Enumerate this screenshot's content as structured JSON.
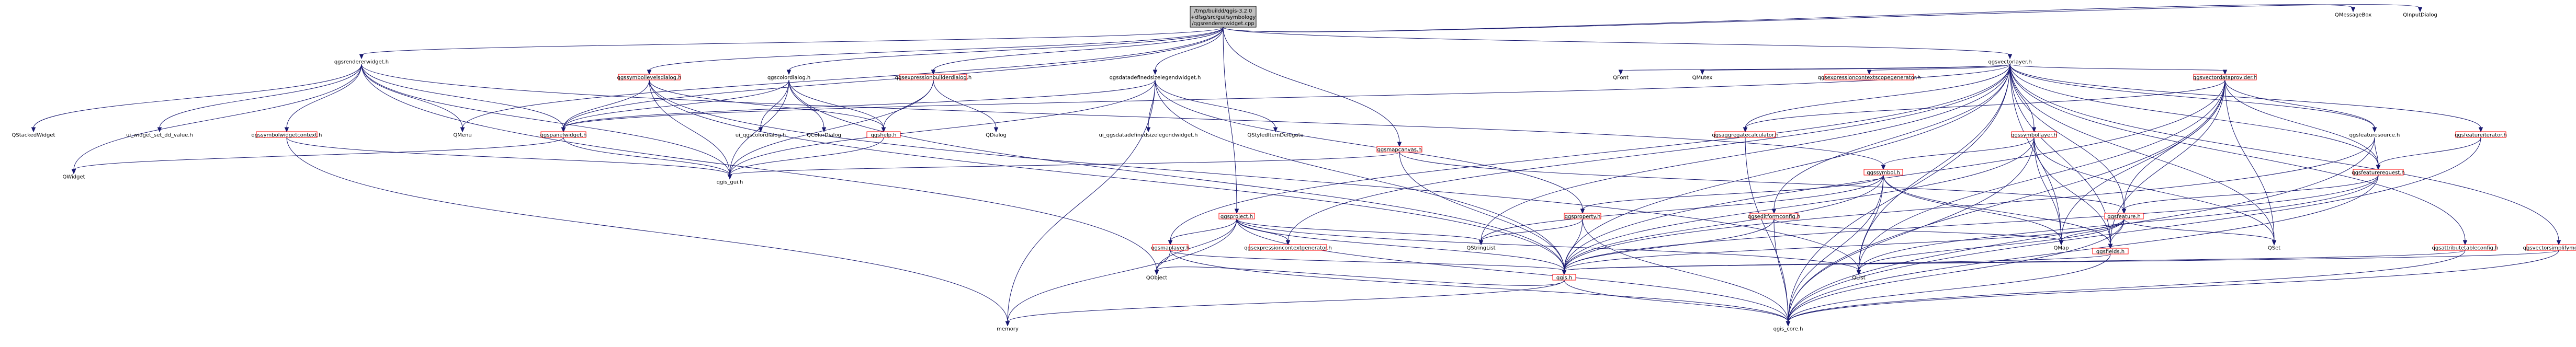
{
  "root": [
    "/tmp/buildd/qgis-3.2.0",
    "+dfsg/src/gui/symbology",
    "/qgsrendererwidget.cpp"
  ],
  "nodes": [
    {
      "id": "root",
      "label": [
        "/tmp/buildd/qgis-3.2.0",
        "+dfsg/src/gui/symbology",
        "/qgsrendererwidget.cpp"
      ],
      "style": "root"
    },
    {
      "id": "qgsrendererwidget_h",
      "label": [
        "qgsrendererwidget.h"
      ],
      "style": "plain"
    },
    {
      "id": "qgsvectorlayer_h",
      "label": [
        "qgsvectorlayer.h"
      ],
      "style": "plain"
    },
    {
      "id": "qgssymbollevelsdialog_h",
      "label": [
        "qgssymbollevelsdialog.h"
      ],
      "style": "red"
    },
    {
      "id": "qgscolordialog_h",
      "label": [
        "qgscolordialog.h"
      ],
      "style": "plain"
    },
    {
      "id": "qgsexpressionbuilderdialog_h",
      "label": [
        "qgsexpressionbuilderdialog.h"
      ],
      "style": "red"
    },
    {
      "id": "qgsdatadefinedsizelegendwidget_h",
      "label": [
        "qgsdatadefinedsizelegendwidget.h"
      ],
      "style": "plain"
    },
    {
      "id": "qgsmapcanvas_h",
      "label": [
        "qgsmapcanvas.h"
      ],
      "style": "red"
    },
    {
      "id": "qgspanelwidget_h",
      "label": [
        "qgspanelwidget.h"
      ],
      "style": "red"
    },
    {
      "id": "qgssymbolwidgetcontext_h",
      "label": [
        "qgssymbolwidgetcontext.h"
      ],
      "style": "red"
    },
    {
      "id": "qgshelp_h",
      "label": [
        "qgshelp.h"
      ],
      "style": "red"
    },
    {
      "id": "qgsvectordataprovider_h",
      "label": [
        "qgsvectordataprovider.h"
      ],
      "style": "red"
    },
    {
      "id": "qgssymbollayer_h",
      "label": [
        "qgssymbollayer.h"
      ],
      "style": "red"
    },
    {
      "id": "qgsaggregatecalculator_h",
      "label": [
        "qgsaggregatecalculator.h"
      ],
      "style": "red"
    },
    {
      "id": "qgsfeaturesource_h",
      "label": [
        "qgsfeaturesource.h"
      ],
      "style": "plain"
    },
    {
      "id": "qgsfeatureiterator_h",
      "label": [
        "qgsfeatureiterator.h"
      ],
      "style": "red"
    },
    {
      "id": "qgsfeaturerequest_h",
      "label": [
        "qgsfeaturerequest.h"
      ],
      "style": "red"
    },
    {
      "id": "qgssymbol_h",
      "label": [
        "qgssymbol.h"
      ],
      "style": "red"
    },
    {
      "id": "qgsproperty_h",
      "label": [
        "qgsproperty.h"
      ],
      "style": "red"
    },
    {
      "id": "qgseditformconfig_h",
      "label": [
        "qgseditformconfig.h"
      ],
      "style": "red"
    },
    {
      "id": "qgsfeature_h",
      "label": [
        "qgsfeature.h"
      ],
      "style": "red"
    },
    {
      "id": "qgsfields_h",
      "label": [
        "qgsfields.h"
      ],
      "style": "red"
    },
    {
      "id": "qgsproject_h",
      "label": [
        "qgsproject.h"
      ],
      "style": "red"
    },
    {
      "id": "qgsmaplayer_h",
      "label": [
        "qgsmaplayer.h"
      ],
      "style": "red"
    },
    {
      "id": "qgsexpressioncontextgenerator_h",
      "label": [
        "qgsexpressioncontextgenerator.h"
      ],
      "style": "red"
    },
    {
      "id": "qgsexpressioncontextscopegenerator_h",
      "label": [
        "qgsexpressioncontextscopegenerator.h"
      ],
      "style": "red"
    },
    {
      "id": "qgsattributetableconfig_h",
      "label": [
        "qgsattributetableconfig.h"
      ],
      "style": "red"
    },
    {
      "id": "qgsvectorsimplifymethod_h",
      "label": [
        "qgsvectorsimplifymethod.h"
      ],
      "style": "red"
    },
    {
      "id": "qgis_h",
      "label": [
        "qgis.h"
      ],
      "style": "red"
    },
    {
      "id": "qgis_gui_h",
      "label": [
        "qgis_gui.h"
      ],
      "style": "plain"
    },
    {
      "id": "qgis_core_h",
      "label": [
        "qgis_core.h"
      ],
      "style": "plain"
    },
    {
      "id": "QStackedWidget",
      "label": [
        "QStackedWidget"
      ],
      "style": "plain"
    },
    {
      "id": "ui_widget_set_dd_value_h",
      "label": [
        "ui_widget_set_dd_value.h"
      ],
      "style": "plain"
    },
    {
      "id": "QWidget",
      "label": [
        "QWidget"
      ],
      "style": "plain"
    },
    {
      "id": "QMenu",
      "label": [
        "QMenu"
      ],
      "style": "plain"
    },
    {
      "id": "QDialog",
      "label": [
        "QDialog"
      ],
      "style": "plain"
    },
    {
      "id": "ui_qgscolordialog_h",
      "label": [
        "ui_qgscolordialog.h"
      ],
      "style": "plain"
    },
    {
      "id": "QColorDialog",
      "label": [
        "QColorDialog"
      ],
      "style": "plain"
    },
    {
      "id": "ui_qgsdatadefinedsizelegendwidget_h",
      "label": [
        "ui_qgsdatadefinedsizelegendwidget.h"
      ],
      "style": "plain"
    },
    {
      "id": "QStyledItemDelegate",
      "label": [
        "QStyledItemDelegate"
      ],
      "style": "plain"
    },
    {
      "id": "QFont",
      "label": [
        "QFont"
      ],
      "style": "plain"
    },
    {
      "id": "QMutex",
      "label": [
        "QMutex"
      ],
      "style": "plain"
    },
    {
      "id": "QMessageBox",
      "label": [
        "QMessageBox"
      ],
      "style": "plain"
    },
    {
      "id": "QInputDialog",
      "label": [
        "QInputDialog"
      ],
      "style": "plain"
    },
    {
      "id": "QList",
      "label": [
        "QList"
      ],
      "style": "plain"
    },
    {
      "id": "QMap",
      "label": [
        "QMap"
      ],
      "style": "plain"
    },
    {
      "id": "QSet",
      "label": [
        "QSet"
      ],
      "style": "plain"
    },
    {
      "id": "QStringList",
      "label": [
        "QStringList"
      ],
      "style": "plain"
    },
    {
      "id": "QObject",
      "label": [
        "QObject"
      ],
      "style": "plain"
    },
    {
      "id": "memory",
      "label": [
        "memory"
      ],
      "style": "plain"
    }
  ]
}
